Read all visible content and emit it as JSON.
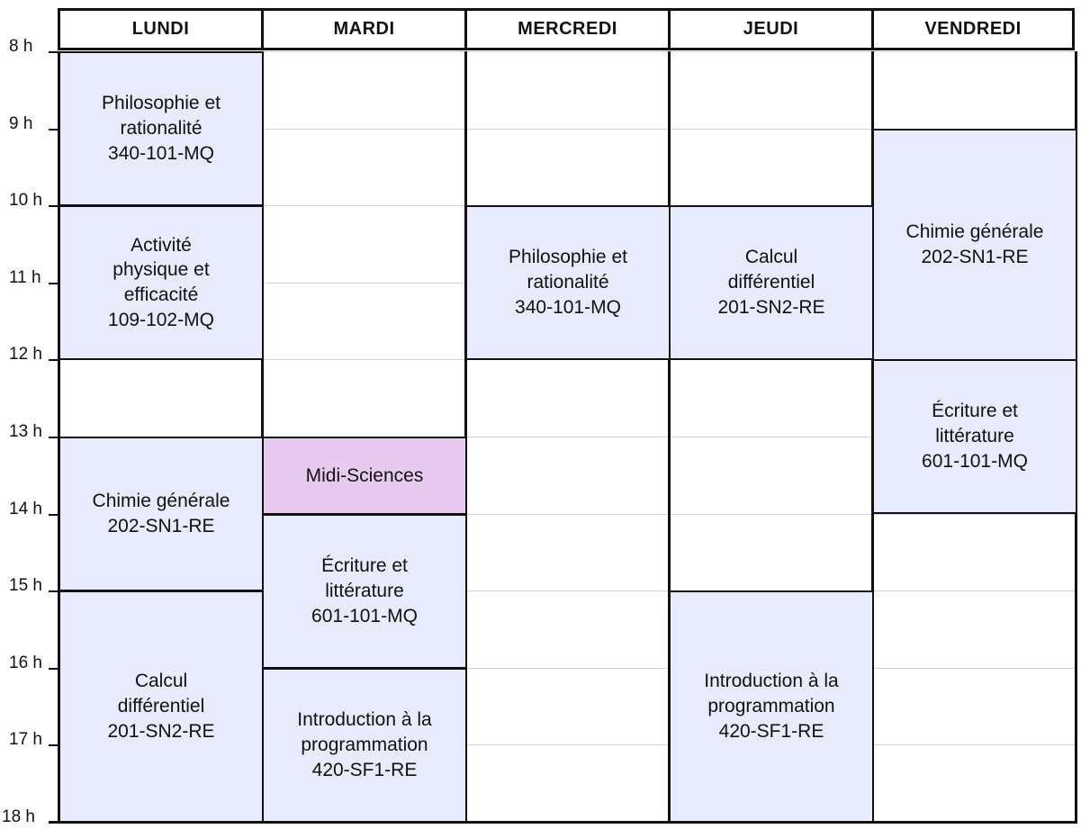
{
  "colors": {
    "course_block": "#e8ebfb",
    "special_block": "#e8caf0",
    "grid_line": "#d4d4d4",
    "border": "#111111"
  },
  "days": [
    "LUNDI",
    "MARDI",
    "MERCREDI",
    "JEUDI",
    "VENDREDI"
  ],
  "hours": [
    "8 h",
    "9 h",
    "10 h",
    "11 h",
    "12 h",
    "13 h",
    "14 h",
    "15 h",
    "16 h",
    "17 h",
    "18 h"
  ],
  "events": [
    {
      "day": 0,
      "start": 8,
      "end": 10,
      "lines": [
        "Philosophie et",
        "rationalité",
        "340-101-MQ"
      ],
      "kind": "course"
    },
    {
      "day": 0,
      "start": 10,
      "end": 12,
      "lines": [
        "Activité",
        "physique et",
        "efficacité",
        "109-102-MQ"
      ],
      "kind": "course"
    },
    {
      "day": 0,
      "start": 13,
      "end": 15,
      "lines": [
        "Chimie générale",
        "202-SN1-RE"
      ],
      "kind": "course"
    },
    {
      "day": 0,
      "start": 15,
      "end": 18,
      "lines": [
        "Calcul",
        "différentiel",
        "201-SN2-RE"
      ],
      "kind": "course"
    },
    {
      "day": 1,
      "start": 13,
      "end": 14,
      "lines": [
        "Midi-Sciences"
      ],
      "kind": "special"
    },
    {
      "day": 1,
      "start": 14,
      "end": 16,
      "lines": [
        "Écriture et",
        "littérature",
        "601-101-MQ"
      ],
      "kind": "course"
    },
    {
      "day": 1,
      "start": 16,
      "end": 18,
      "lines": [
        "Introduction à la",
        "programmation",
        "420-SF1-RE"
      ],
      "kind": "course"
    },
    {
      "day": 2,
      "start": 10,
      "end": 12,
      "lines": [
        "Philosophie et",
        "rationalité",
        "340-101-MQ"
      ],
      "kind": "course"
    },
    {
      "day": 3,
      "start": 10,
      "end": 12,
      "lines": [
        "Calcul",
        "différentiel",
        "201-SN2-RE"
      ],
      "kind": "course"
    },
    {
      "day": 3,
      "start": 15,
      "end": 18,
      "lines": [
        "Introduction à la",
        "programmation",
        "420-SF1-RE"
      ],
      "kind": "course"
    },
    {
      "day": 4,
      "start": 9,
      "end": 12,
      "lines": [
        "Chimie générale",
        "202-SN1-RE"
      ],
      "kind": "course"
    },
    {
      "day": 4,
      "start": 12,
      "end": 14,
      "lines": [
        "Écriture et",
        "littérature",
        "601-101-MQ"
      ],
      "kind": "course"
    }
  ]
}
